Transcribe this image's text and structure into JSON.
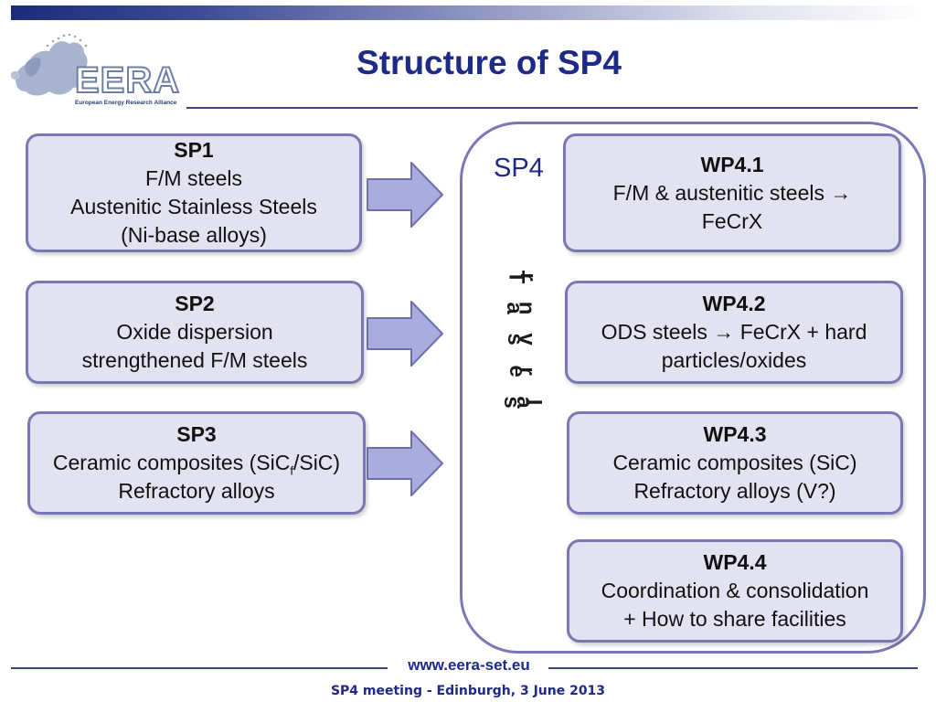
{
  "logo": {
    "name": "EERA",
    "subtitle": "European Energy Research Alliance"
  },
  "title": "Structure of SP4",
  "left_boxes": [
    {
      "head": "SP1",
      "lines": [
        "F/M steels",
        "Austenitic Stainless Steels",
        "(Ni-base alloys)"
      ]
    },
    {
      "head": "SP2",
      "lines": [
        "Oxide dispersion",
        "strengthened F/M steels"
      ]
    },
    {
      "head": "SP3",
      "line1_pre": "Ceramic composites (SiC",
      "line1_sub": "f",
      "line1_post": "/SiC)",
      "lines": [
        "Refractory alloys"
      ]
    }
  ],
  "sp4": {
    "label": "SP4",
    "transversal": "Transversal"
  },
  "work_packages": [
    {
      "head": "WP4.1",
      "line1": "F/M & austenitic steels →",
      "line2": "FeCrX"
    },
    {
      "head": "WP4.2",
      "line1": "ODS steels → FeCrX + hard",
      "line2": "particles/oxides"
    },
    {
      "head": "WP4.3",
      "line1": "Ceramic composites (SiC)",
      "line2": "Refractory alloys (V?)"
    },
    {
      "head": "WP4.4",
      "line1": "Coordination & consolidation",
      "line2": "+ How to share facilities"
    }
  ],
  "footer": {
    "url": "www.eera-set.eu",
    "event": "SP4 meeting - Edinburgh, 3 June 2013"
  },
  "colors": {
    "title": "#1d2a87",
    "box_fill": "#e2e2f0",
    "box_border": "#7a78b4",
    "arrow_fill": "#a9acdc",
    "arrow_stroke": "#6d6fb0"
  }
}
